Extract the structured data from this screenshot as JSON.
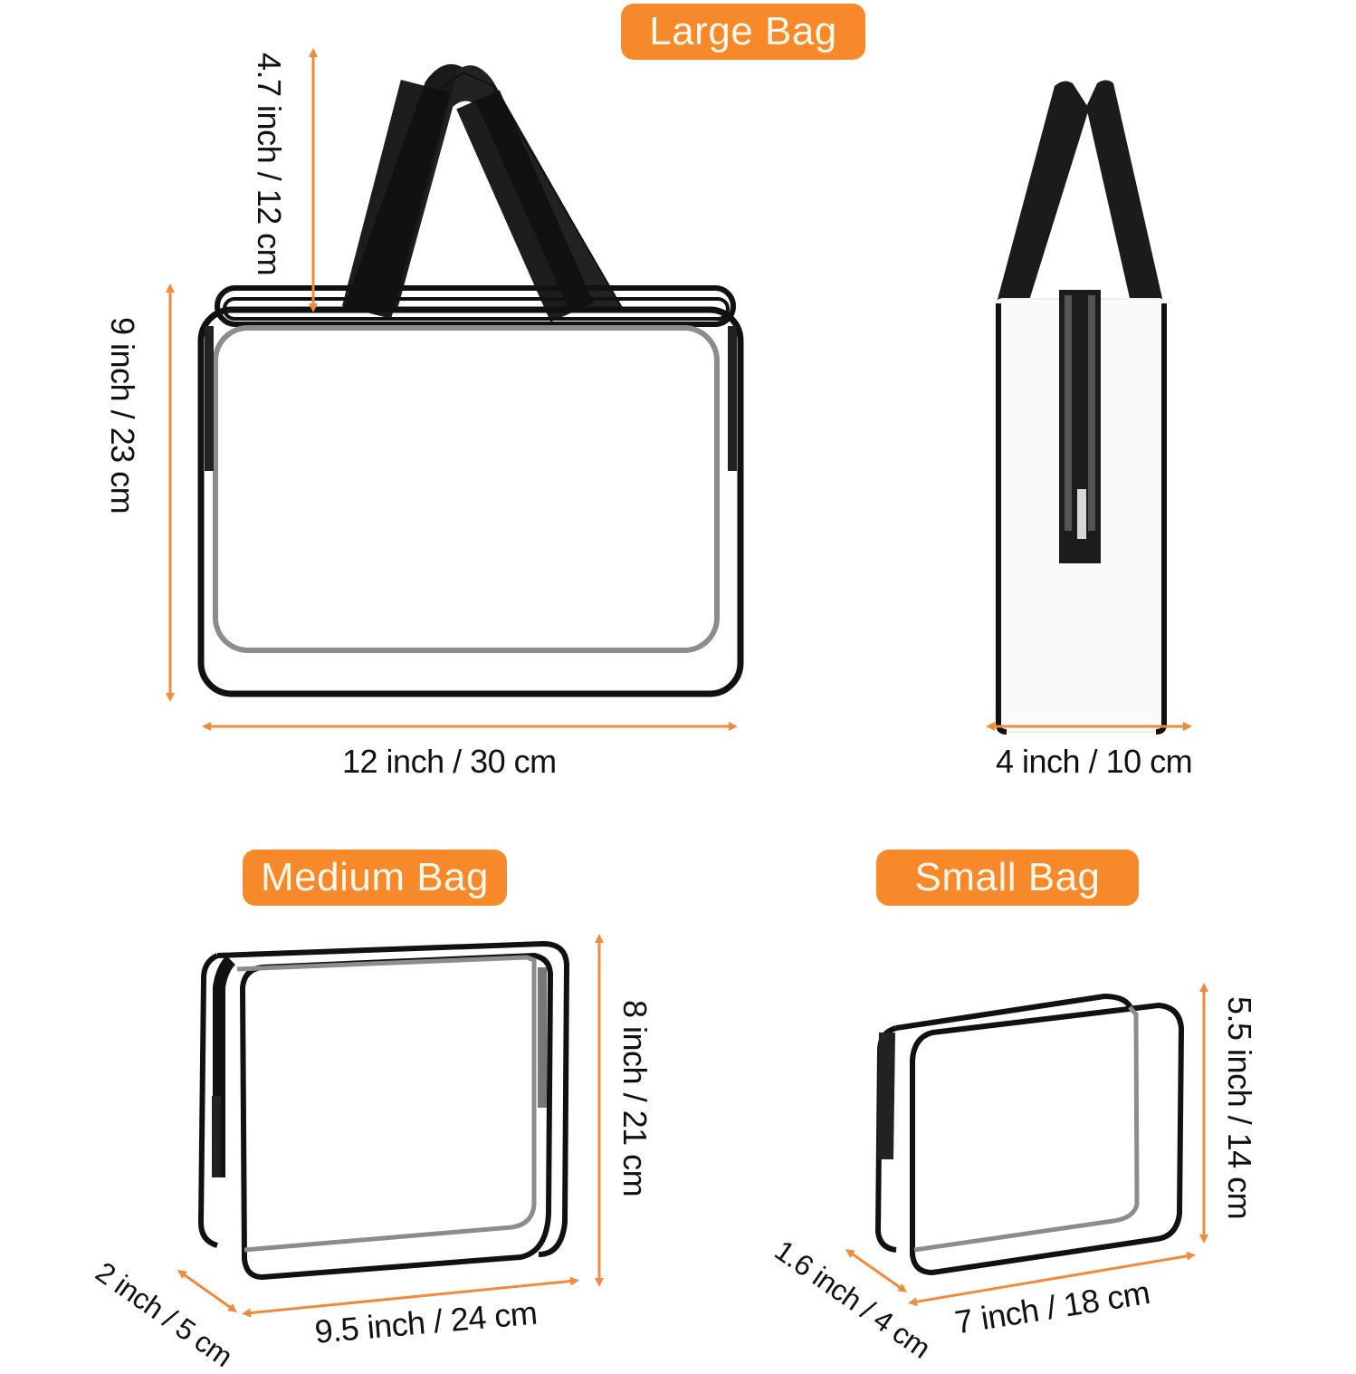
{
  "colors": {
    "accent_orange": "#f7892b",
    "label_text": "#fff7ea",
    "bag_trim": "#111111",
    "bag_inner_trim": "#8c8c8c",
    "arrow": "#f08a3c"
  },
  "bags": {
    "large": {
      "label": "Large Bag",
      "handle_height": "4.7 inch / 12 cm",
      "height": "9 inch / 23 cm",
      "width": "12 inch / 30 cm",
      "depth": "4 inch / 10 cm"
    },
    "medium": {
      "label": "Medium Bag",
      "height": "8 inch / 21 cm",
      "width": "9.5 inch / 24 cm",
      "depth": "2 inch / 5 cm"
    },
    "small": {
      "label": "Small Bag",
      "height": "5.5 inch / 14 cm",
      "width": "7 inch / 18 cm",
      "depth": "1.6 inch / 4 cm"
    }
  }
}
